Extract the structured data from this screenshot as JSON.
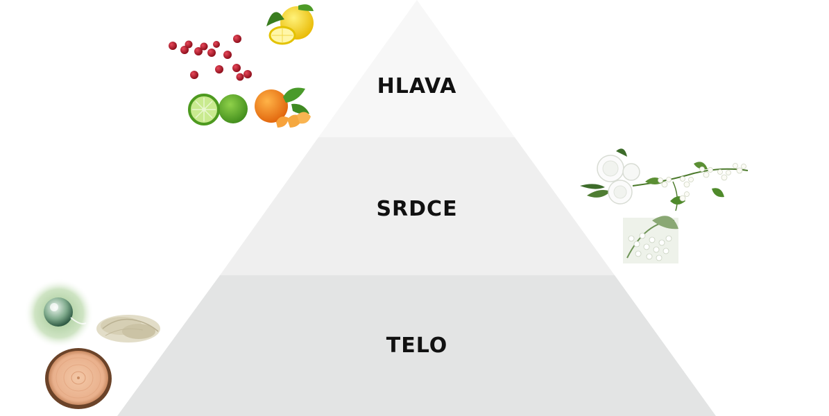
{
  "pyramid": {
    "tiers": [
      {
        "label": "HLAVA",
        "fill": "#f7f7f7"
      },
      {
        "label": "SRDCE",
        "fill": "#efefef"
      },
      {
        "label": "TELO",
        "fill": "#e3e4e4"
      }
    ]
  },
  "illustrations": {
    "top_notes": [
      "cranberries",
      "lemon",
      "lime",
      "mandarin"
    ],
    "heart_notes": [
      "gardenia",
      "jasmine",
      "lily-of-the-valley"
    ],
    "base_notes": [
      "musk-sphere",
      "moss",
      "wood-slice"
    ]
  }
}
